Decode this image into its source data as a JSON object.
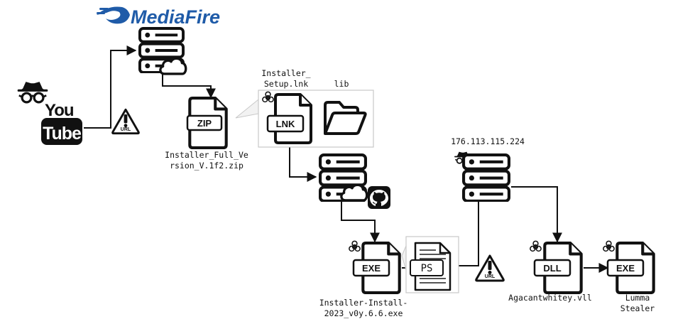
{
  "brand": {
    "name": "MediaFire"
  },
  "youtube": {
    "line1": "You",
    "line2": "Tube"
  },
  "url_badges": [
    {
      "text": "URL"
    },
    {
      "text": "URL"
    }
  ],
  "files": {
    "zip": {
      "badge": "ZIP",
      "name_line1": "Installer_Full_Ve",
      "name_line2": "rsion_V.1f2.zip"
    },
    "lnk": {
      "badge": "LNK",
      "name_line1": "Installer_",
      "name_line2": "Setup.lnk"
    },
    "lib": {
      "name": "lib"
    },
    "exe1": {
      "badge": "EXE",
      "name_line1": "Installer-Install-",
      "name_line2": "2023_v0y.6.6.exe"
    },
    "ps": {
      "badge": "PS"
    },
    "dll": {
      "badge": "DLL",
      "name": "Agacantwhitey.vll"
    },
    "exe2": {
      "badge": "EXE",
      "name_line1": "Lumma",
      "name_line2": "Stealer"
    }
  },
  "c2_server": {
    "ip": "176.113.115.224"
  },
  "colors": {
    "brand_blue": "#1f5ba8",
    "line": "#111111",
    "frame": "#c8c8c8"
  },
  "icons": [
    "spy-icon",
    "server-icon",
    "cloud-icon",
    "github-icon",
    "biohazard-icon",
    "warning-icon",
    "folder-icon",
    "file-icon",
    "document-icon"
  ]
}
